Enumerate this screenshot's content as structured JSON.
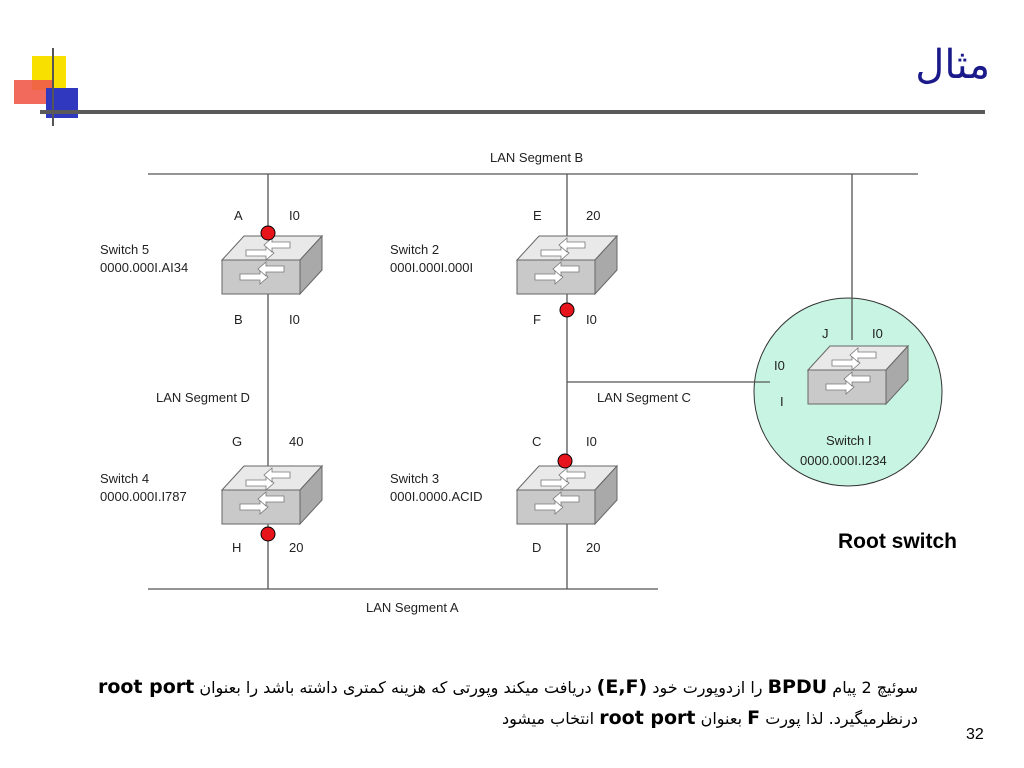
{
  "title": "مثال",
  "page_number": "32",
  "root_label": "Root switch",
  "segments": {
    "a": "LAN Segment A",
    "b": "LAN Segment B",
    "c": "LAN Segment C",
    "d": "LAN Segment D"
  },
  "switches": [
    {
      "name": "Switch 5",
      "mac": "0000.000I.AI34"
    },
    {
      "name": "Switch 2",
      "mac": "000I.000I.000I"
    },
    {
      "name": "Switch 4",
      "mac": "0000.000I.I787"
    },
    {
      "name": "Switch 3",
      "mac": "000I.0000.ACID"
    },
    {
      "name": "Switch I",
      "mac": "0000.000I.I234"
    }
  ],
  "ports": {
    "A": {
      "letter": "A",
      "cost": "I0"
    },
    "B": {
      "letter": "B",
      "cost": "I0"
    },
    "E": {
      "letter": "E",
      "cost": "20"
    },
    "F": {
      "letter": "F",
      "cost": "I0"
    },
    "G": {
      "letter": "G",
      "cost": "40"
    },
    "H": {
      "letter": "H",
      "cost": "20"
    },
    "C": {
      "letter": "C",
      "cost": "I0"
    },
    "D": {
      "letter": "D",
      "cost": "20"
    },
    "J": {
      "letter": "J",
      "cost": "I0"
    },
    "I": {
      "letter": "I",
      "cost": "I0"
    }
  },
  "footer": {
    "p1": "سوئیچ 2 پیام",
    "b1": "BPDU",
    "p2": "را ازدوپورت خود",
    "b2": "(E,F)",
    "p3": "دریافت میکند وپورتی که هزینه کمتری داشته باشد را بعنوان",
    "b3": "root port",
    "p4": "درنظرمیگیرد. لذا پورت",
    "b4": "F",
    "p5": "بعنوان",
    "b5": "root port",
    "p6": "انتخاب میشود"
  },
  "colors": {
    "title": "#1b1a8a",
    "root_circle": "#c8f4e4",
    "port_marker": "#e8141c",
    "accent_yellow": "#f8e000",
    "accent_red": "#f05a4a",
    "accent_blue": "#3038c0"
  }
}
